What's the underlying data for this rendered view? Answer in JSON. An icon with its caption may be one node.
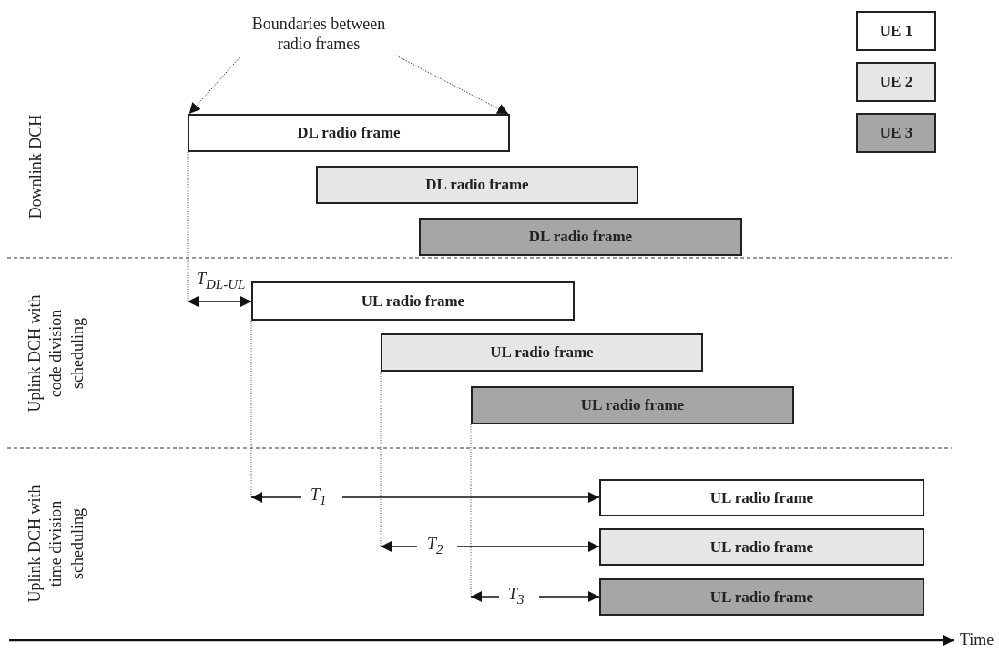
{
  "diagram": {
    "nodes": [
      {
        "text": [
          "Boundaries between radio frames"
        ]
      },
      {
        "text": [
          "DL radio frame"
        ]
      },
      {
        "text": [
          "DL radio frame"
        ]
      },
      {
        "text": [
          "DL radio frame"
        ]
      },
      {
        "text": [
          "UL radio frame"
        ]
      },
      {
        "text": [
          "UL radio frame"
        ]
      },
      {
        "text": [
          "UL radio frame"
        ]
      },
      {
        "text": [
          "UL radio frame"
        ]
      },
      {
        "text": [
          "UL radio frame"
        ]
      },
      {
        "text": [
          "UL radio frame"
        ]
      }
    ],
    "edges": [
      {
        "from": 0,
        "to": 1,
        "arrow": "to",
        "style": "dashed"
      },
      {
        "from": 0,
        "to": 1,
        "arrow": "to",
        "style": "dashed"
      }
    ],
    "labels": [
      "Downlink DCH",
      "Uplink DCH with code division scheduling",
      "Uplink DCH with time division scheduling",
      "T$_{DL-UL}$",
      "T$_{1}$",
      "T$_{2}$",
      "T$_{3}$",
      "Time"
    ],
    "legend": [
      {
        "text": "UE 1",
        "color": "#ffffff"
      },
      {
        "text": "UE 2",
        "color": "#e6e6e6"
      },
      {
        "text": "UE 3",
        "color": "#a6a6a6"
      }
    ]
  }
}
